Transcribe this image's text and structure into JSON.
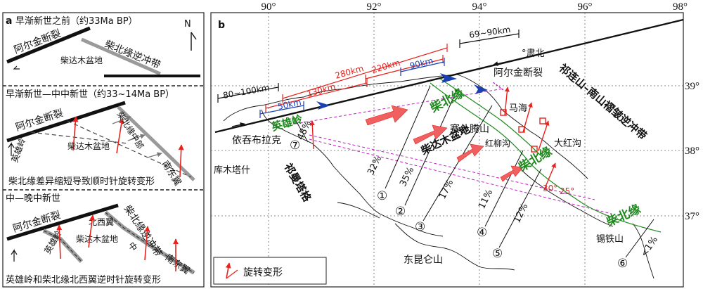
{
  "colors": {
    "fault": "#111111",
    "red": "#e8221c",
    "green": "#1e8a1e",
    "blue": "#1a3fb3",
    "magenta": "#c020c0",
    "gray": "#9a9a9a"
  },
  "panel_a": {
    "label": "a",
    "north": "N",
    "stage1": {
      "title": "早渐新世之前（约33Ma BP）",
      "fault": "阿尔金断裂",
      "thrust": "柴北缘逆冲带",
      "basin": "柴达木盆地"
    },
    "stage2": {
      "title": "早渐新世—中中新世（约33~14Ma BP）",
      "fault": "阿尔金断裂",
      "ying": "英雄岭",
      "basin": "柴达木盆地",
      "middle": "柴北缘中部",
      "south": "南东翼",
      "caption": "柴北缘差异缩短导致顺时针旋转变形"
    },
    "stage3": {
      "title": "中—晚中新世",
      "fault": "阿尔金断裂",
      "nw_wing": "北西翼",
      "thrust": "柴北缘逆冲带",
      "ying": "英雄岭",
      "basin": "柴达木盆地",
      "basin_tail": "中",
      "se_wing": "南东翼",
      "caption": "英雄岭和柴北缘北西翼逆时针旋转变形"
    }
  },
  "panel_b": {
    "label": "b",
    "lon_ticks": [
      "90°",
      "92°",
      "94°",
      "96°",
      "98°"
    ],
    "lat_ticks": [
      "39°",
      "38°",
      "37°"
    ],
    "places": {
      "suzhou": "°肃北",
      "aerjin": "阿尔金断裂",
      "qilian": "祁连山–南山褶皱逆冲带",
      "mahai": "马海",
      "saishi": "赛什腾山",
      "hongliu": "红柳沟",
      "dahong": "大红沟",
      "basin": "柴达木盆地",
      "yingxiong": "英雄岭",
      "yiqie": "依吞布拉克",
      "kumu": "库木塔什",
      "qimanta": "祁曼塔格",
      "kunlun": "东昆仑山",
      "xitie": "锡铁山",
      "chaibei": "柴北缘"
    },
    "distances": {
      "d80": "80~100km",
      "d50": "50km",
      "d130": "130km",
      "d280": "280km",
      "d220": "220km",
      "d90": "90km",
      "d69": "69~90km"
    },
    "percents": [
      "48%",
      "32%",
      "35%",
      "17%",
      "11%",
      "12%",
      "<1%"
    ],
    "numbers": [
      "①",
      "②",
      "③",
      "④",
      "⑤",
      "⑥",
      "⑦"
    ],
    "angles": [
      "30°",
      "25°"
    ],
    "legend": "旋转变形"
  }
}
